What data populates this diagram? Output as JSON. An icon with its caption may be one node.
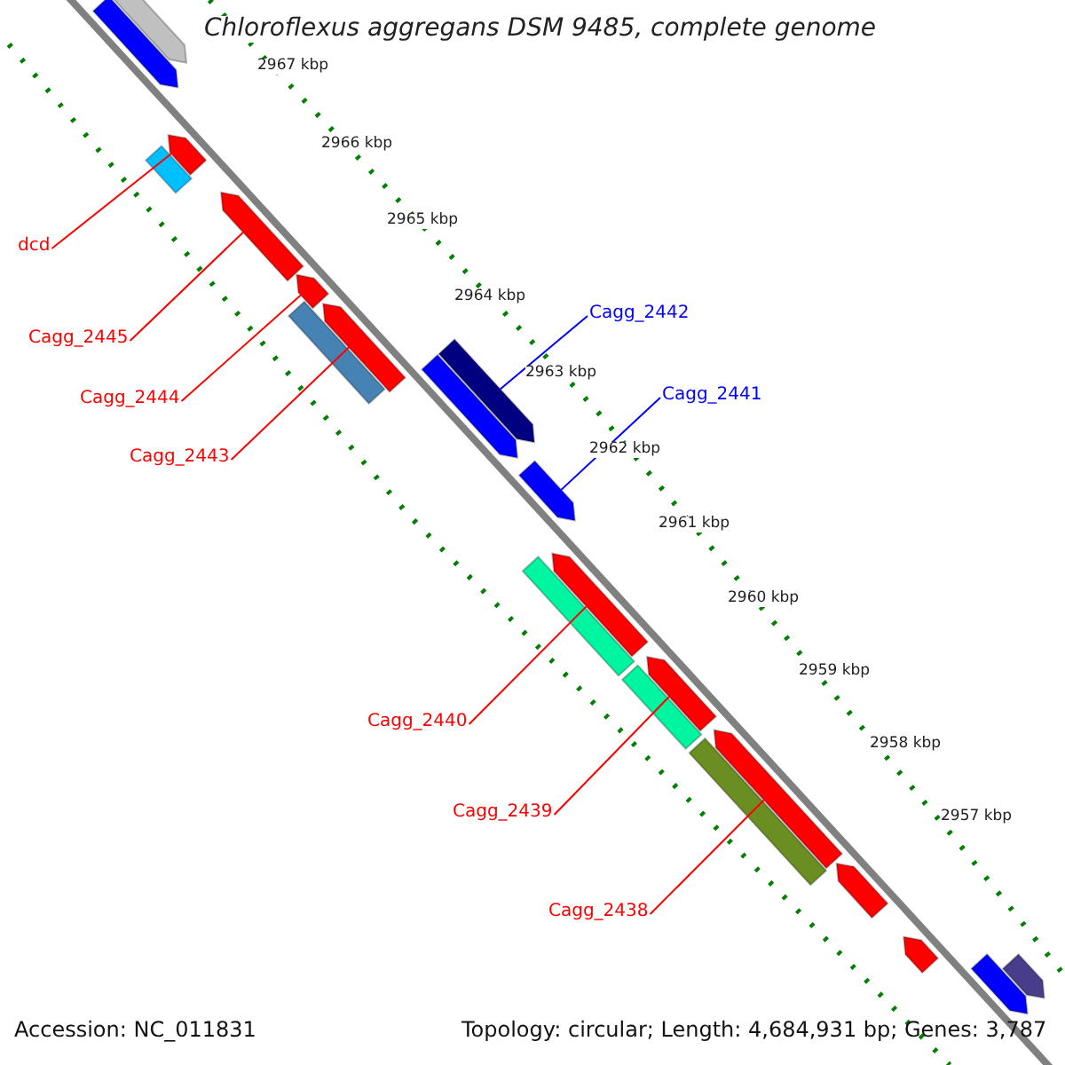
{
  "diagram": {
    "title": "Chloroflexus aggregans DSM 9485, complete genome",
    "nodes": [
      {
        "text": [
          "dcd"
        ]
      },
      {
        "text": [
          "Cagg_2445"
        ]
      },
      {
        "text": [
          "Cagg_2444"
        ]
      },
      {
        "text": [
          "Cagg_2443"
        ]
      },
      {
        "text": [
          "Cagg_2442"
        ]
      },
      {
        "text": [
          "Cagg_2441"
        ]
      },
      {
        "text": [
          "Cagg_2440"
        ]
      },
      {
        "text": [
          "Cagg_2439"
        ]
      },
      {
        "text": [
          "Cagg_2438"
        ]
      },
      {
        "text": [],
        "shape": "arrow"
      },
      {
        "text": [],
        "shape": "arrow"
      },
      {
        "text": [],
        "shape": "arrow"
      },
      {
        "text": [],
        "shape": "bar"
      },
      {
        "text": [],
        "shape": "arrow"
      },
      {
        "text": [],
        "shape": "arrow"
      },
      {
        "text": [],
        "shape": "arrow"
      },
      {
        "text": [],
        "shape": "bar"
      },
      {
        "text": [],
        "shape": "arrow"
      },
      {
        "text": [],
        "shape": "arrow"
      },
      {
        "text": [],
        "shape": "arrow"
      },
      {
        "text": [],
        "shape": "arrow"
      },
      {
        "text": [],
        "shape": "bar"
      },
      {
        "text": [],
        "shape": "arrow"
      },
      {
        "text": [],
        "shape": "bar"
      },
      {
        "text": [],
        "shape": "arrow"
      },
      {
        "text": [],
        "shape": "bar"
      },
      {
        "text": [],
        "shape": "arrow"
      },
      {
        "text": [],
        "shape": "arrow"
      },
      {
        "text": [],
        "shape": "arrow"
      },
      {
        "text": [],
        "shape": "arrow"
      }
    ],
    "edges": [
      {
        "from": 0,
        "to": 11,
        "arrow": "none"
      },
      {
        "from": 1,
        "to": 13,
        "arrow": "none"
      },
      {
        "from": 2,
        "to": 14,
        "arrow": "none"
      },
      {
        "from": 3,
        "to": 15,
        "arrow": "none"
      },
      {
        "from": 4,
        "to": 17,
        "arrow": "none",
        "color": "#0000ff"
      },
      {
        "from": 5,
        "to": 19,
        "arrow": "none",
        "color": "#0000ff"
      },
      {
        "from": 6,
        "to": 20,
        "arrow": "none"
      },
      {
        "from": 7,
        "to": 22,
        "arrow": "none"
      },
      {
        "from": 8,
        "to": 24,
        "arrow": "none"
      }
    ],
    "labels": [
      "2967 kbp",
      "2966 kbp",
      "2965 kbp",
      "2964 kbp",
      "2963 kbp",
      "2962 kbp",
      "2961 kbp",
      "2960 kbp",
      "2959 kbp",
      "2958 kbp",
      "2957 kbp",
      "Accession: NC_011831",
      "Topology: circular; Length: 4,684,931 bp; Genes: 3,787"
    ]
  }
}
